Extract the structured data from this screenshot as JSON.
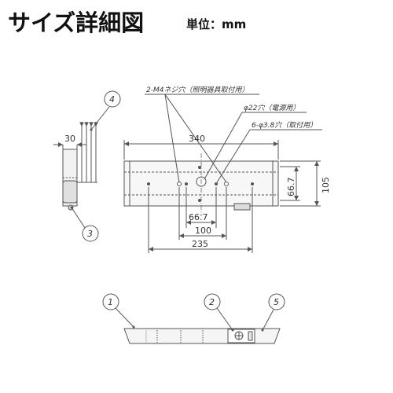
{
  "header": {
    "title": "サイズ詳細図",
    "unit": "単位：mm"
  },
  "annotations": {
    "screw_hole": "2-M4ネジ穴（照明器具取付用）",
    "cable_hole": "φ22穴（電源用）",
    "mount_holes": "6-φ3.8穴（取付用）"
  },
  "dimensions": {
    "width_total": "340",
    "height_total": "105",
    "height_inner": "66.7",
    "side_depth": "30",
    "pitch_small": "66.7",
    "pitch_mid": "100",
    "pitch_large": "235"
  },
  "callouts": [
    "1",
    "2",
    "3",
    "4",
    "5"
  ],
  "colors": {
    "line": "#555555",
    "fill": "#e8e8e8",
    "accent": "#444444"
  }
}
